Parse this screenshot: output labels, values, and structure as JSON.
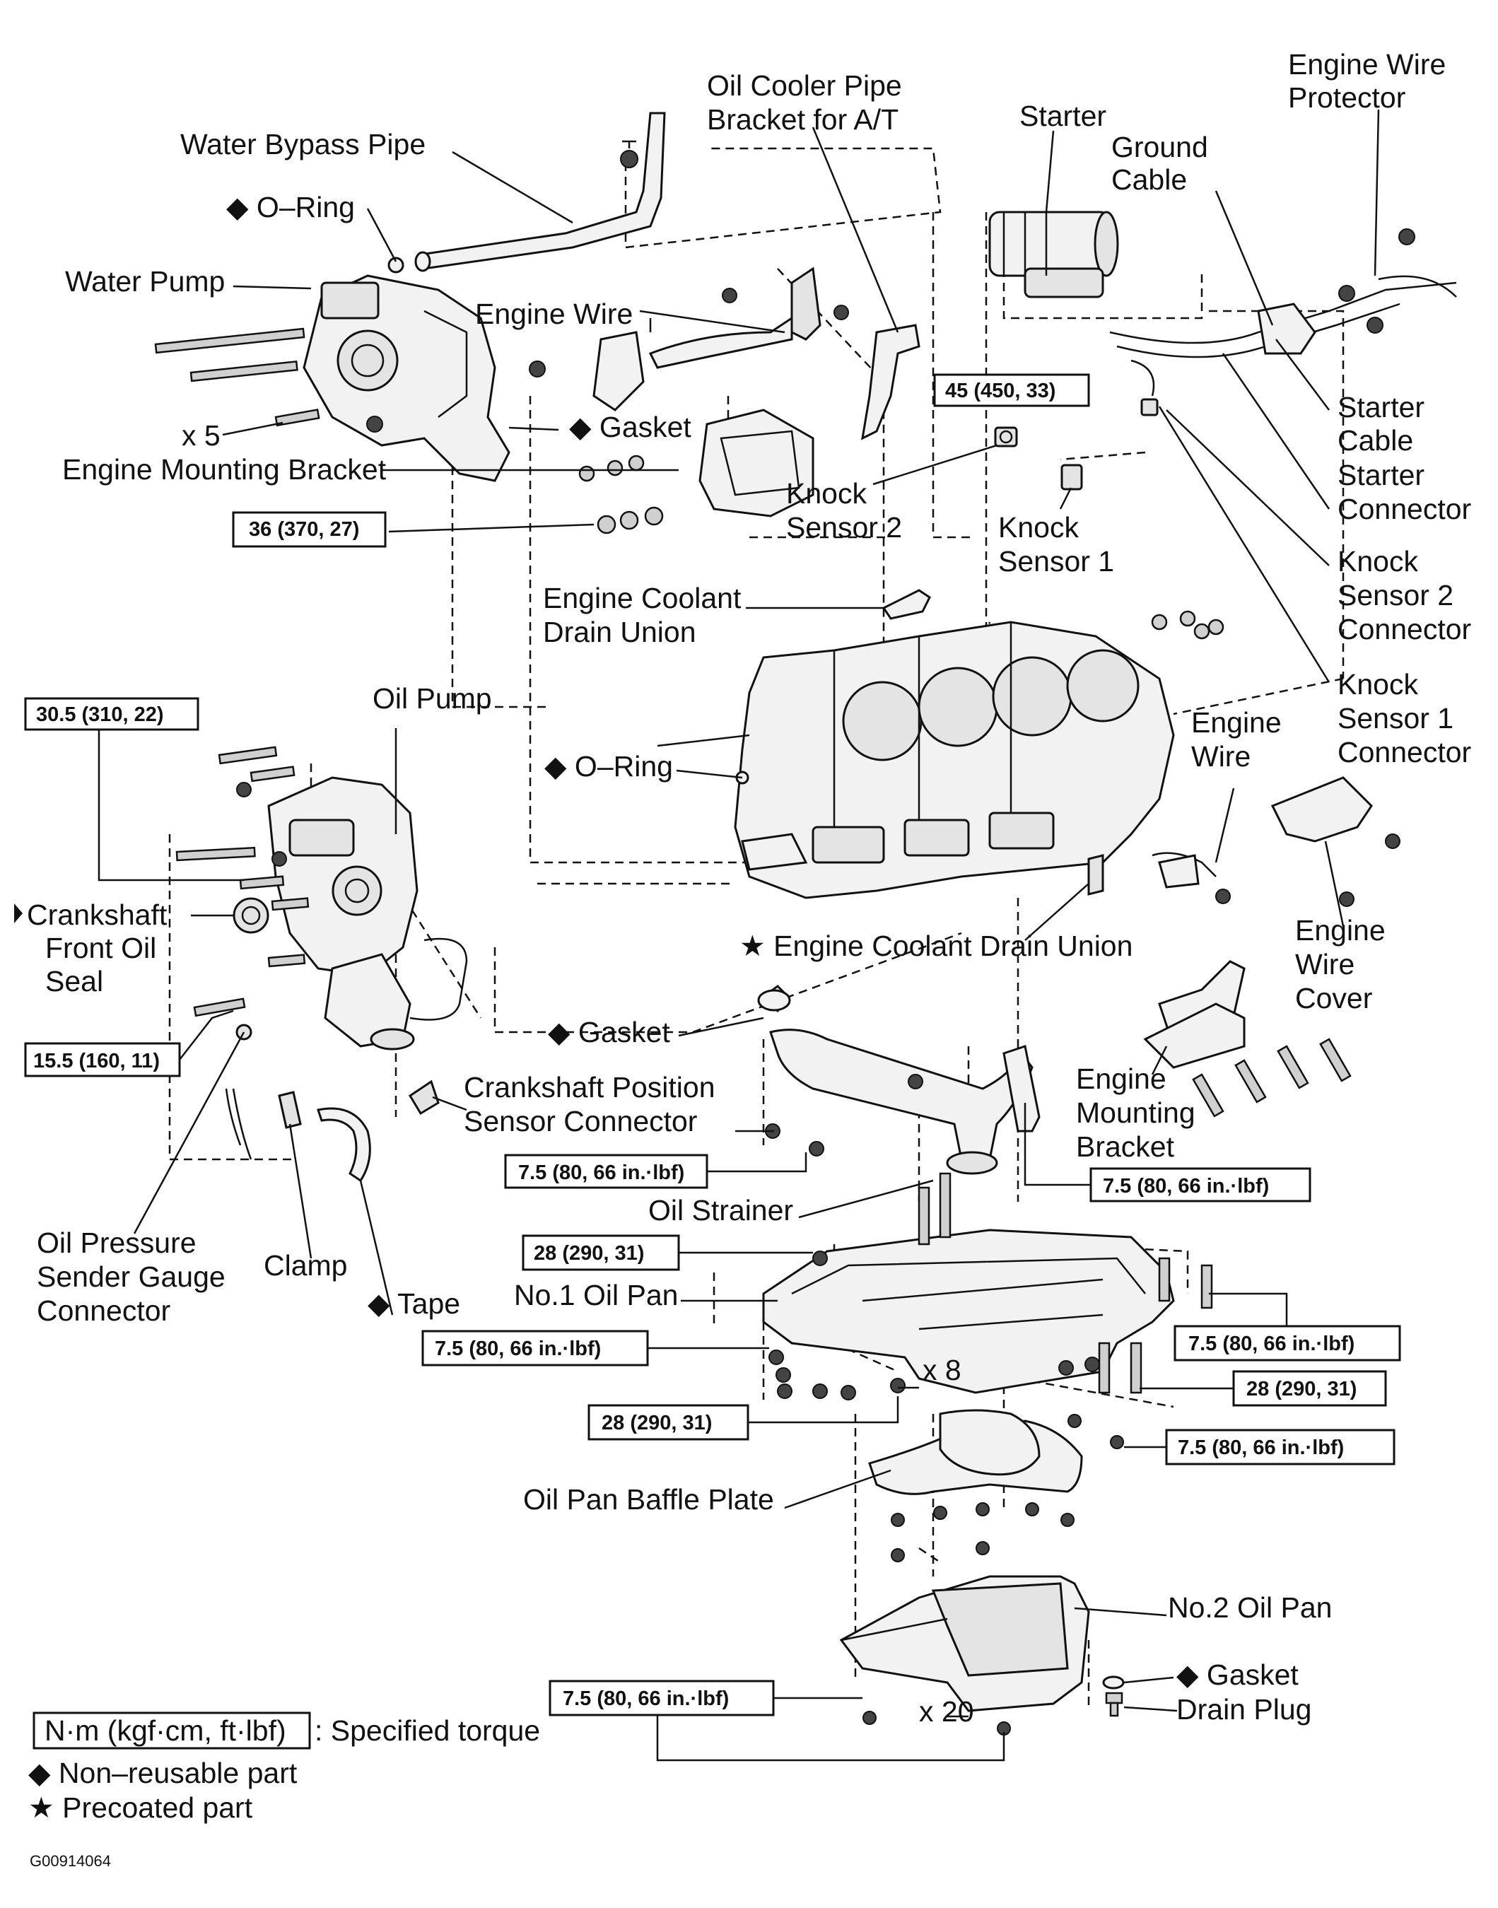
{
  "labels": {
    "water_bypass_pipe": "Water Bypass Pipe",
    "o_ring_top": "◆ O–Ring",
    "water_pump": "Water Pump",
    "x5": "x 5",
    "gasket_pump": "◆ Gasket",
    "engine_mounting_bracket_top": "Engine Mounting Bracket",
    "oil_cooler_pipe_bracket_1": "Oil Cooler Pipe",
    "oil_cooler_pipe_bracket_2": "Bracket for A/T",
    "engine_wire_top": "Engine Wire",
    "starter": "Starter",
    "ground_cable_1": "Ground",
    "ground_cable_2": "Cable",
    "engine_wire_protector_1": "Engine Wire",
    "engine_wire_protector_2": "Protector",
    "starter_cable_1": "Starter",
    "starter_cable_2": "Cable",
    "starter_connector_1": "Starter",
    "starter_connector_2": "Connector",
    "knock_sensor_2_1": "Knock",
    "knock_sensor_2_2": "Sensor 2",
    "knock_sensor_1_1": "Knock",
    "knock_sensor_1_2": "Sensor 1",
    "ks2_connector_1": "Knock",
    "ks2_connector_2": "Sensor 2",
    "ks2_connector_3": "Connector",
    "ks1_connector_1": "Knock",
    "ks1_connector_2": "Sensor 1",
    "ks1_connector_3": "Connector",
    "coolant_drain_union_1": "Engine Coolant",
    "coolant_drain_union_2": "Drain Union",
    "oil_pump": "Oil Pump",
    "o_ring_mid": "◆ O–Ring",
    "engine_wire_mid_1": "Engine",
    "engine_wire_mid_2": "Wire",
    "crankshaft_seal_1": "Crankshaft",
    "crankshaft_seal_2": "Front Oil",
    "crankshaft_seal_3": "Seal",
    "coolant_drain_union_star": "★ Engine Coolant Drain Union",
    "engine_wire_cover_1": "Engine",
    "engine_wire_cover_2": "Wire",
    "engine_wire_cover_3": "Cover",
    "gasket_strainer": "◆ Gasket",
    "crank_pos_sensor_1": "Crankshaft Position",
    "crank_pos_sensor_2": "Sensor Connector",
    "engine_mounting_bracket_low_1": "Engine",
    "engine_mounting_bracket_low_2": "Mounting",
    "engine_mounting_bracket_low_3": "Bracket",
    "oil_pressure_1": "Oil Pressure",
    "oil_pressure_2": "Sender Gauge",
    "oil_pressure_3": "Connector",
    "clamp": "Clamp",
    "tape": "◆ Tape",
    "oil_strainer": "Oil Strainer",
    "no1_oil_pan": "No.1 Oil Pan",
    "x8": "x 8",
    "oil_pan_baffle": "Oil Pan Baffle Plate",
    "no2_oil_pan": "No.2 Oil Pan",
    "gasket_drain": "◆ Gasket",
    "drain_plug": "Drain Plug",
    "x20": "x 20"
  },
  "torques": {
    "t_45": "45 (450, 33)",
    "t_36": "36 (370, 27)",
    "t_305": "30.5 (310, 22)",
    "t_155": "15.5 (160, 11)",
    "t_75_strainer": "7.5 (80, 66 in.·lbf)",
    "t_75_bracket": "7.5 (80, 66 in.·lbf)",
    "t_28_a": "28 (290, 31)",
    "t_75_pan_left": "7.5 (80, 66 in.·lbf)",
    "t_75_pan_right": "7.5 (80, 66 in.·lbf)",
    "t_28_b": "28 (290, 31)",
    "t_28_c": "28 (290, 31)",
    "t_75_baffle": "7.5 (80, 66 in.·lbf)",
    "t_75_pan2": "7.5 (80, 66 in.·lbf)"
  },
  "legend": {
    "unit_box": "N·m (kgf·cm, ft·lbf)",
    "unit_desc": ": Specified torque",
    "non_reusable": "◆ Non–reusable part",
    "precoated": "★ Precoated part"
  },
  "figure_code": "G00914064"
}
